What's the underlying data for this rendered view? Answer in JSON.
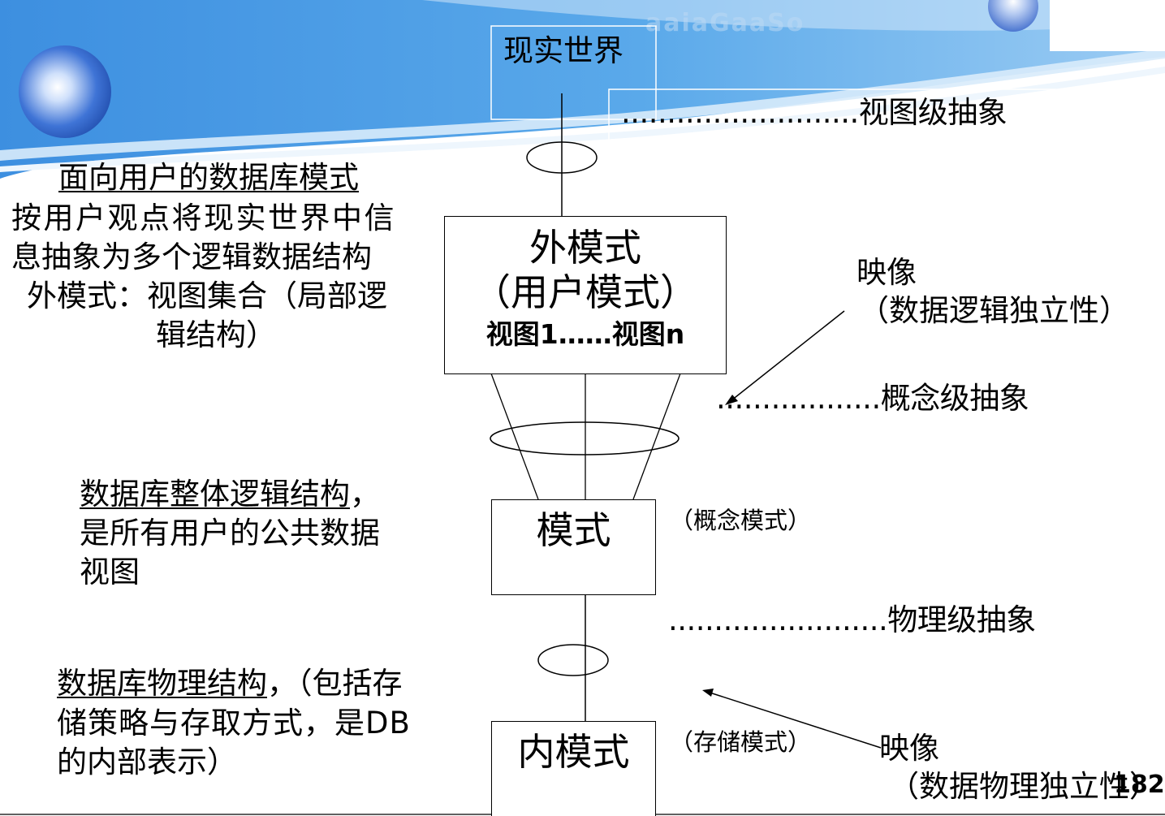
{
  "header": {
    "faint_logo_text": "aaiaGaaSo"
  },
  "diagram": {
    "real_world": "现实世界",
    "view_level": "..........................视图级抽象",
    "external": {
      "line1": "外模式",
      "line2": "（用户模式）",
      "line3": "视图1……视图n"
    },
    "schema": {
      "label": "模式",
      "note": "（概念模式）"
    },
    "internal": {
      "label": "内模式",
      "note": "（存储模式）"
    },
    "mapping1": {
      "line1": "映像",
      "line2": "（数据逻辑独立性）"
    },
    "concept_level": "..................概念级抽象",
    "physical_level": "........................物理级抽象",
    "mapping2": {
      "line1": "映像",
      "line2": "（数据物理独立性）"
    },
    "page_number": "182"
  },
  "left_notes": {
    "ext_title": "面向用户的数据库模式",
    "ext_l1": "按用户观点将现实世界中信",
    "ext_l2": "息抽象为多个逻辑数据结构",
    "ext_l3": "外模式：视图集合（局部逻",
    "ext_l4": "辑结构）",
    "schema_title": "数据库整体逻辑结构",
    "schema_comma": "，",
    "schema_l2": "是所有用户的公共数据",
    "schema_l3": "视图",
    "internal_title": "数据库物理结构",
    "internal_rest": "，（包括存",
    "internal_l2": "储策略与存取方式，是DB",
    "internal_l3": "的内部表示）"
  },
  "colors": {
    "banner_blue": "#4aa1e6",
    "banner_light": "#cfe6fa",
    "sphere": "#3f7fd8",
    "frame_white": "#ffffff"
  }
}
